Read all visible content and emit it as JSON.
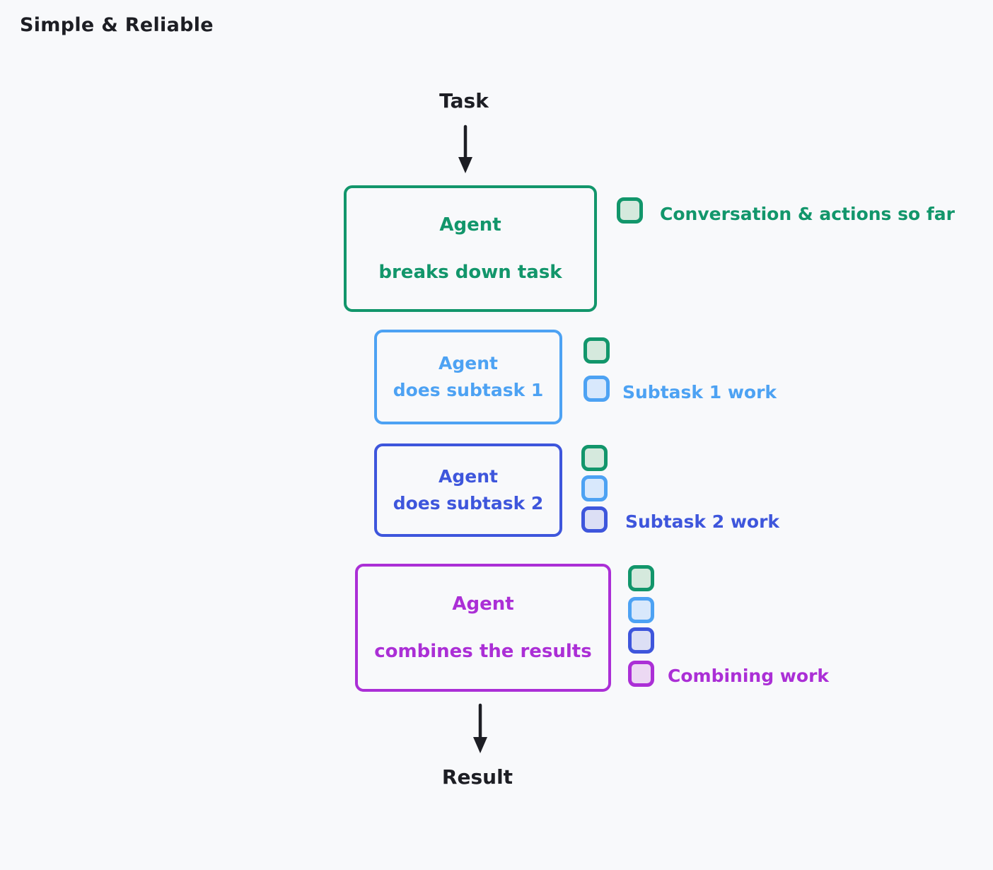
{
  "title": "Simple & Reliable",
  "flow": {
    "task_label": "Task",
    "result_label": "Result"
  },
  "boxes": {
    "breakdown": {
      "line1": "Agent",
      "line2": "breaks down task",
      "color": "#12966b"
    },
    "subtask1": {
      "line1": "Agent",
      "line2": "does subtask 1",
      "color": "#4da2f3"
    },
    "subtask2": {
      "line1": "Agent",
      "line2": "does subtask 2",
      "color": "#3e56dc"
    },
    "combine": {
      "line1": "Agent",
      "line2": "combines the results",
      "color": "#ab2fd6"
    }
  },
  "legend": {
    "conversation": {
      "label": "Conversation & actions so far",
      "color": "#12966b",
      "chip_fill": "#d5e9dd"
    },
    "subtask1": {
      "label": "Subtask 1 work",
      "color": "#4da2f3",
      "chip_fill": "#d8e8fc"
    },
    "subtask2": {
      "label": "Subtask 2 work",
      "color": "#3e56dc",
      "chip_fill": "#dcdff5"
    },
    "combine": {
      "label": "Combining work",
      "color": "#ab2fd6",
      "chip_fill": "#ecd9f3"
    }
  },
  "icons": {
    "down_arrow": "down-arrow-icon",
    "context_chip": "context-chip-icon"
  },
  "palette": {
    "background": "#f8f9fb",
    "text_dark": "#1d1e24",
    "green": "#12966b",
    "light_blue": "#4da2f3",
    "indigo": "#3e56dc",
    "purple": "#ab2fd6"
  }
}
